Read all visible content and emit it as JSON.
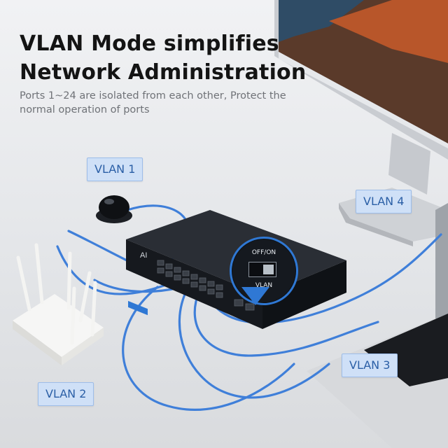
{
  "headline": {
    "line1": "VLAN Mode simplifies",
    "line2": "Network Administration"
  },
  "subheadline": {
    "line1": "Ports 1~24 are isolated from each other, Protect the",
    "line2": "normal operation of ports"
  },
  "vlan_labels": {
    "vlan1": "VLAN 1",
    "vlan2": "VLAN 2",
    "vlan3": "VLAN 3",
    "vlan4": "VLAN 4"
  },
  "switch": {
    "panel_text": "AI",
    "zoom_top": "OFF/ON",
    "zoom_bottom": "VLAN"
  },
  "colors": {
    "cable": "#3f7fd9",
    "label_bg": "#cfe0f7",
    "label_text": "#2b5fa6",
    "switch_body": "#1b1f25",
    "accent_ring": "#2f78d4"
  }
}
